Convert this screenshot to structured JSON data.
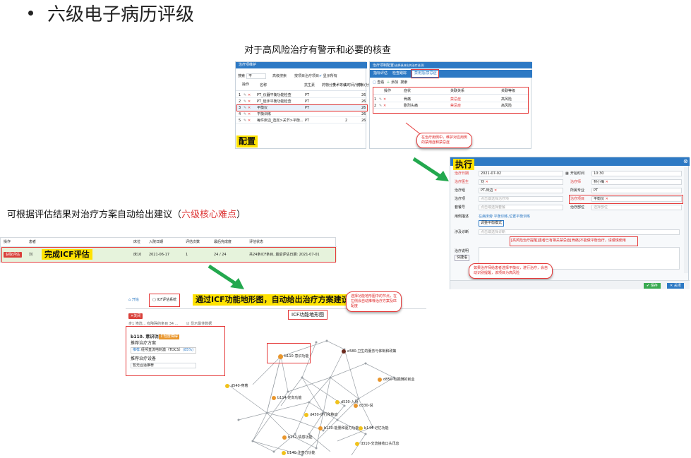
{
  "slide": {
    "title": "六级电子病历评级",
    "caption_warn": "对于高风险治疗有警示和必要的核查",
    "caption_suggest_main": "可根据评估结果对治疗方案自动给出建议（",
    "caption_suggest_em": "六级核心难点",
    "caption_suggest_end": "）"
  },
  "config_panel": {
    "header": "治疗项维护",
    "filter_label": "搜索",
    "filter_value": "平",
    "filter_links": [
      "高级搜索",
      "按项目治疗项目"
    ],
    "check_label": "显示所有",
    "columns": [
      "操作",
      "名称",
      "抗生素",
      "药物分类",
      "手术等级",
      "占时间/分钟",
      "时长(分钟)"
    ],
    "rows": [
      {
        "no": "1",
        "name": "PT_仪器平衡功能检查",
        "cat": "PT",
        "val1": "",
        "dur": "26"
      },
      {
        "no": "2",
        "name": "PT_徒手平衡功能检查",
        "cat": "PT",
        "val1": "",
        "dur": "26"
      },
      {
        "no": "3",
        "name": "平衡仪",
        "cat": "PT",
        "val1": "",
        "dur": "26"
      },
      {
        "no": "4",
        "name": "平衡训练",
        "cat": "",
        "val1": "",
        "dur": "26"
      },
      {
        "no": "5",
        "name": "每件床边_选定>关节>平衡...",
        "cat": "PT",
        "val1": "2",
        "dur": "26"
      }
    ],
    "badge": "配置"
  },
  "relation_panel": {
    "header": "治疗项制配置",
    "header_note": "(选择具体化的治疗选项)",
    "tabs": [
      "指标评估",
      "检查跟踪",
      "禁用指/禁忌症"
    ],
    "toolbar": [
      "查看",
      "添加",
      "搜索"
    ],
    "columns": [
      "操作",
      "症状",
      "关联关系",
      "关联等级"
    ],
    "rows": [
      {
        "no": "1",
        "symptom": "骨痛",
        "relation": "禁忌症",
        "level": "高风险"
      },
      {
        "no": "2",
        "symptom": "剧烈头痛",
        "relation": "禁忌症",
        "level": "高风险"
      }
    ],
    "callout": "在治疗用例中，维护对应用例\n的禁用症和禁忌症"
  },
  "exec_panel": {
    "badge": "执行",
    "fields": [
      {
        "label": "治疗日期",
        "value": "2021-07-02",
        "label2": "开始时间",
        "value2": "10:30"
      },
      {
        "label": "治疗医生",
        "value": "刘",
        "label2": "治疗师",
        "value2": "林小梅"
      },
      {
        "label": "治疗组",
        "value": "PT-床边",
        "label2": "所属专业",
        "value2": "PT"
      },
      {
        "label": "治疗项",
        "value": "点击或选择治疗项",
        "label2": "治疗项目",
        "value2": "平衡仪"
      },
      {
        "label": "套餐号",
        "value": "点击或选择套餐",
        "label2": "治疗部位",
        "value2": "选择部位"
      }
    ],
    "usage_label": "用例描述",
    "usage_value": "在病床旁 平衡训练,位置平衡训练",
    "usage_btn": "调整平衡模式",
    "diagnosis_label": "涉及诊断",
    "diagnosis_placeholder": "点击或选择诊断",
    "warning_text": "[高风险治疗提醒]患者已有相关禁忌症[骨痛]不能做平衡治疗，请谨慎使用",
    "note_label": "治疗说明",
    "note_btn": "快捷语",
    "callout": "如果治疗师给患者选择平衡仪，进行治疗，会自\n动识别提醒，该项目为高风险",
    "btn_save": "保存",
    "btn_close": "关闭"
  },
  "assess_row": {
    "columns": [
      "操作",
      "患者",
      "床位",
      "入院日期",
      "评估次数",
      "最后完成度",
      "评估状态"
    ],
    "btn": "获取评估",
    "patient": "刘",
    "badge": "完成ICF评估",
    "bed": "床10",
    "date": "2021-06-17",
    "count": "1",
    "progress": "24 / 24",
    "status": "共24条ICF条目, 最后评估日期: 2021-07-01"
  },
  "icf_panel": {
    "breadcrumb_home": "开始",
    "breadcrumb_tab": "ICF评估系统",
    "badge": "通过ICF功能地形图，自动给出治疗方案建议",
    "map_title": "ICF功能地形图",
    "close_btn": "关闭",
    "filter_text": "步1  筛选... 有障碍的条目 34 ...",
    "check_label": "显示最佳数据",
    "node_code": "b110. 意识功能",
    "node_badge": "1:轻度障碍",
    "rec_title": "推荐治疗方案",
    "rec_label": "推荐:",
    "rec_value": "经颅直流电刺激（TDCS）",
    "rec_pct": "(85%)",
    "device_title": "推荐治疗设备",
    "device_value": "暂无合适推荐",
    "callout": "选择功能地形图中的节点，在\n左侧会自动推荐治疗方案及匹\n配度",
    "nodes": [
      {
        "label": "b110-意识功能",
        "color": "#e9962c"
      },
      {
        "label": "e580-卫生的服务与体制和政策",
        "color": "#6b2a1e"
      },
      {
        "label": "d850-有报酬的就业",
        "color": "#e9962c"
      },
      {
        "label": "d540-穿着",
        "color": "#f1c21b"
      },
      {
        "label": "b114-定向功能",
        "color": "#e9962c"
      },
      {
        "label": "d530-入厕",
        "color": "#f1c21b"
      },
      {
        "label": "d330-说",
        "color": "#e9962c"
      },
      {
        "label": "d450-步行和移动",
        "color": "#f1c21b"
      },
      {
        "label": "b130-能量和驱力功能",
        "color": "#e9962c"
      },
      {
        "label": "b144-记忆功能",
        "color": "#f1c21b"
      },
      {
        "label": "b152-情感功能",
        "color": "#e9962c"
      },
      {
        "label": "d310-交流接收口头讯息",
        "color": "#f1c21b"
      },
      {
        "label": "b140-注意力功能",
        "color": "#f1c21b"
      }
    ]
  },
  "colors": {
    "accent_blue": "#2d79c4",
    "highlight_yellow": "#ffe200",
    "alert_red": "#e53a3a",
    "arrow_green": "#23a84e"
  }
}
